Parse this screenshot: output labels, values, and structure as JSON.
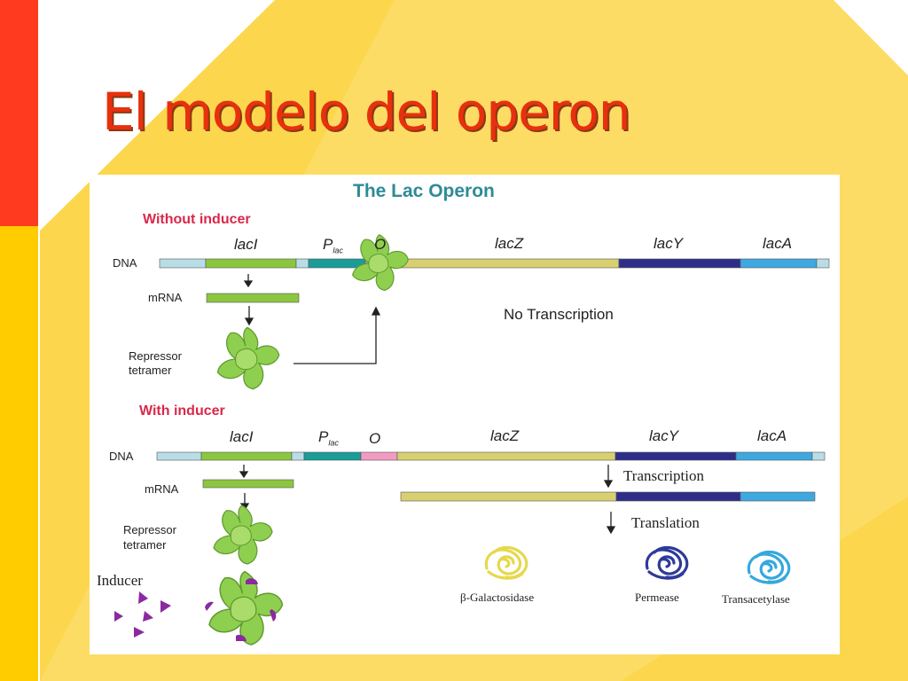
{
  "slide": {
    "title": "El modelo del operon",
    "colors": {
      "title": "#e8300f",
      "bar_red": "#ff3a1e",
      "bar_yellow": "#ffcc00",
      "bg_yellow": "#fcd74e"
    }
  },
  "figure": {
    "title": "The Lac Operon",
    "without_inducer": {
      "heading": "Without inducer",
      "dna_label": "DNA",
      "genes": [
        "lacI",
        "P",
        "O",
        "lacZ",
        "lacY",
        "lacA"
      ],
      "plac_subscript": "lac",
      "mrna_label": "mRNA",
      "repressor_line1": "Repressor",
      "repressor_line2": "tetramer",
      "status": "No Transcription"
    },
    "with_inducer": {
      "heading": "With inducer",
      "dna_label": "DNA",
      "genes": [
        "lacI",
        "P",
        "O",
        "lacZ",
        "lacY",
        "lacA"
      ],
      "plac_subscript": "lac",
      "mrna_label": "mRNA",
      "repressor_line1": "Repressor",
      "repressor_line2": "tetramer",
      "inducer_label": "Inducer",
      "transcription_label": "Transcription",
      "translation_label": "Translation",
      "proteins": [
        "β-Galactosidase",
        "Permease",
        "Transacetylase"
      ]
    },
    "colors": {
      "lacI": "#8cc63f",
      "promoter": "#1a9c98",
      "operator": "#f29bc0",
      "lacZ": "#d8d070",
      "lacY": "#2e2e8a",
      "lacA": "#3ea8e0",
      "spacer": "#b8dde6",
      "repressor": "#8fcf4f",
      "inducer": "#8b2aa0",
      "beta_gal": "#e6d84c",
      "permease": "#2e3a9a",
      "transacetylase": "#35a8dc"
    }
  }
}
